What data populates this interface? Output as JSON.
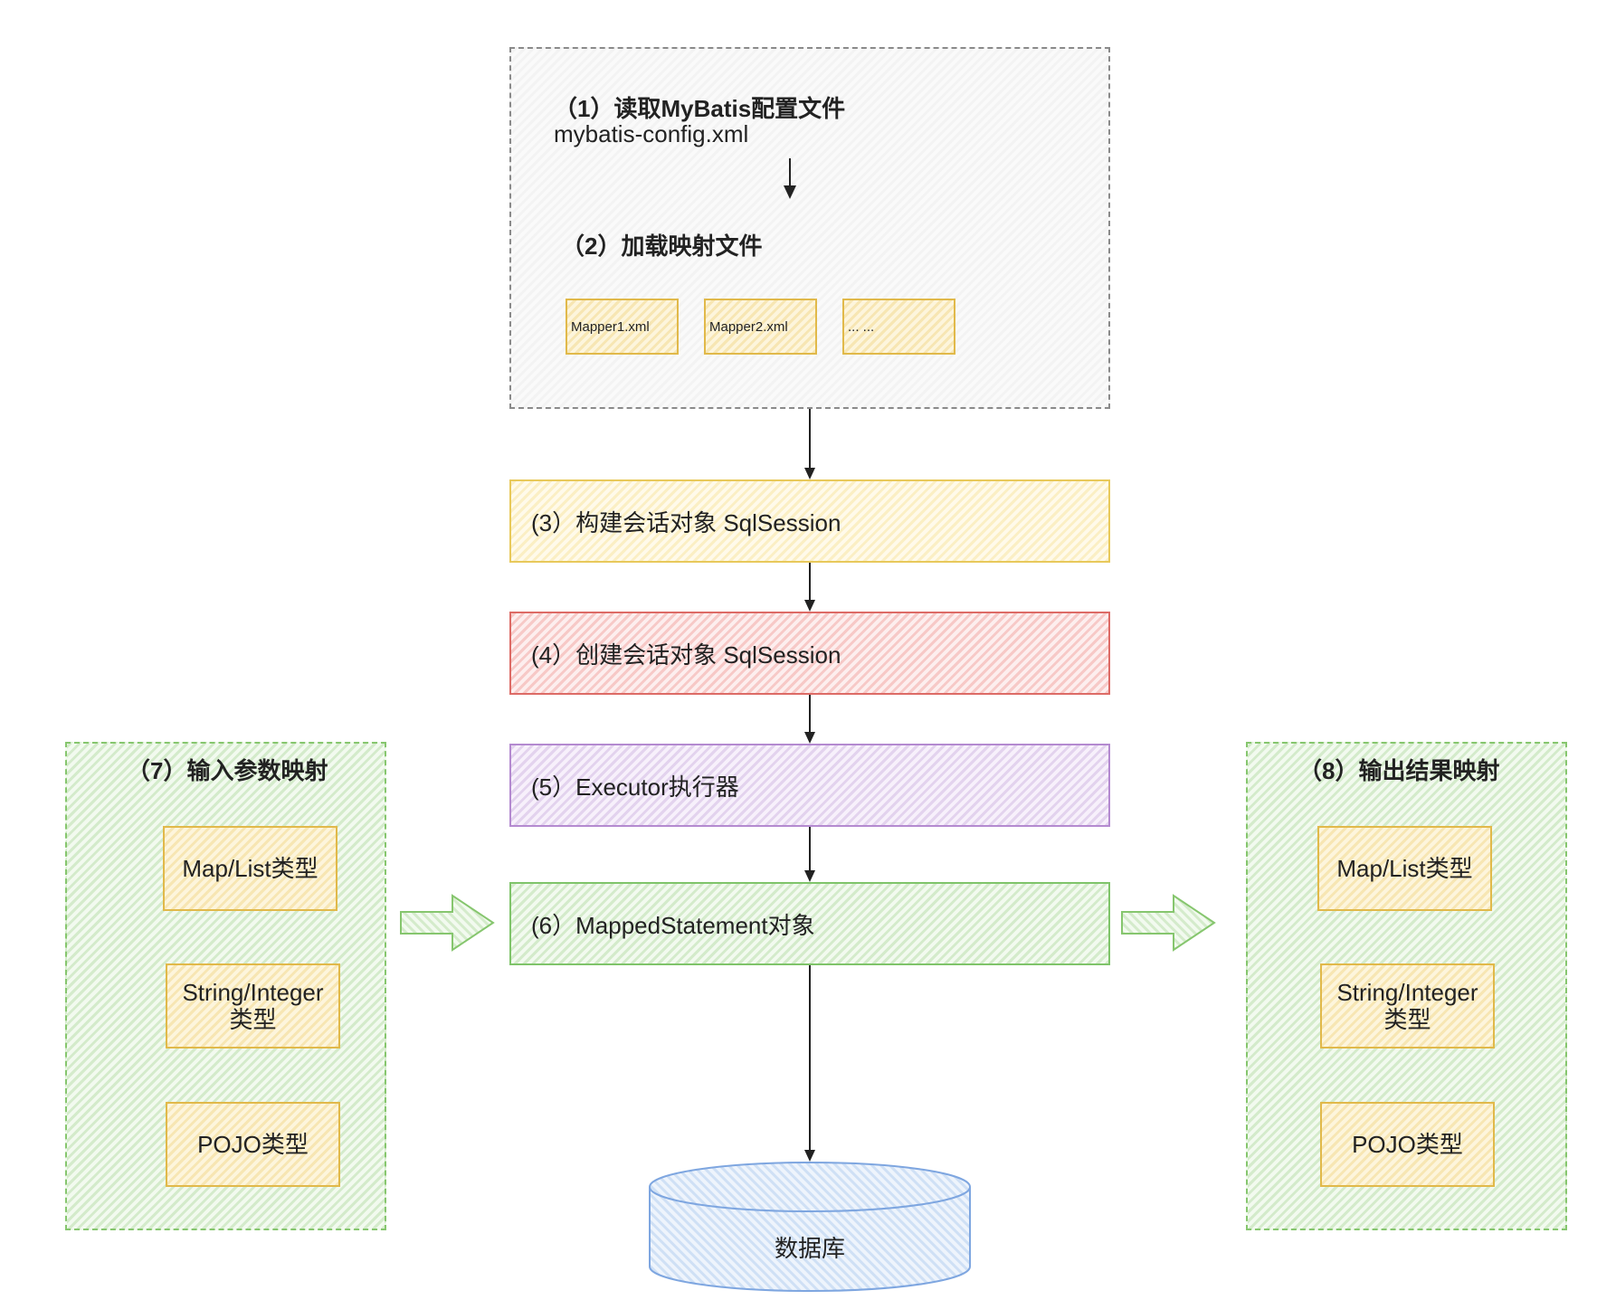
{
  "config_box": {
    "step1_line1": "（1）读取MyBatis配置文件",
    "step1_line2": "mybatis-config.xml",
    "step2": "（2）加载映射文件",
    "mappers": [
      "Mapper1.xml",
      "Mapper2.xml",
      "... ..."
    ]
  },
  "stages": {
    "step3": "(3）构建会话对象 SqlSession",
    "step4": "(4）创建会话对象 SqlSession",
    "step5": "(5）Executor执行器",
    "step6": "(6）MappedStatement对象"
  },
  "input_panel": {
    "title": "（7）输入参数映射",
    "types": [
      "Map/List类型",
      "String/Integer\n类型",
      "POJO类型"
    ]
  },
  "output_panel": {
    "title": "（8）输出结果映射",
    "types": [
      "Map/List类型",
      "String/Integer\n类型",
      "POJO类型"
    ]
  },
  "database": {
    "label": "数据库"
  },
  "colors": {
    "yellow": "#e8c95b",
    "red": "#dd6b66",
    "purple": "#b48ad0",
    "green": "#7fc46a",
    "blue": "#7ea6e0"
  }
}
